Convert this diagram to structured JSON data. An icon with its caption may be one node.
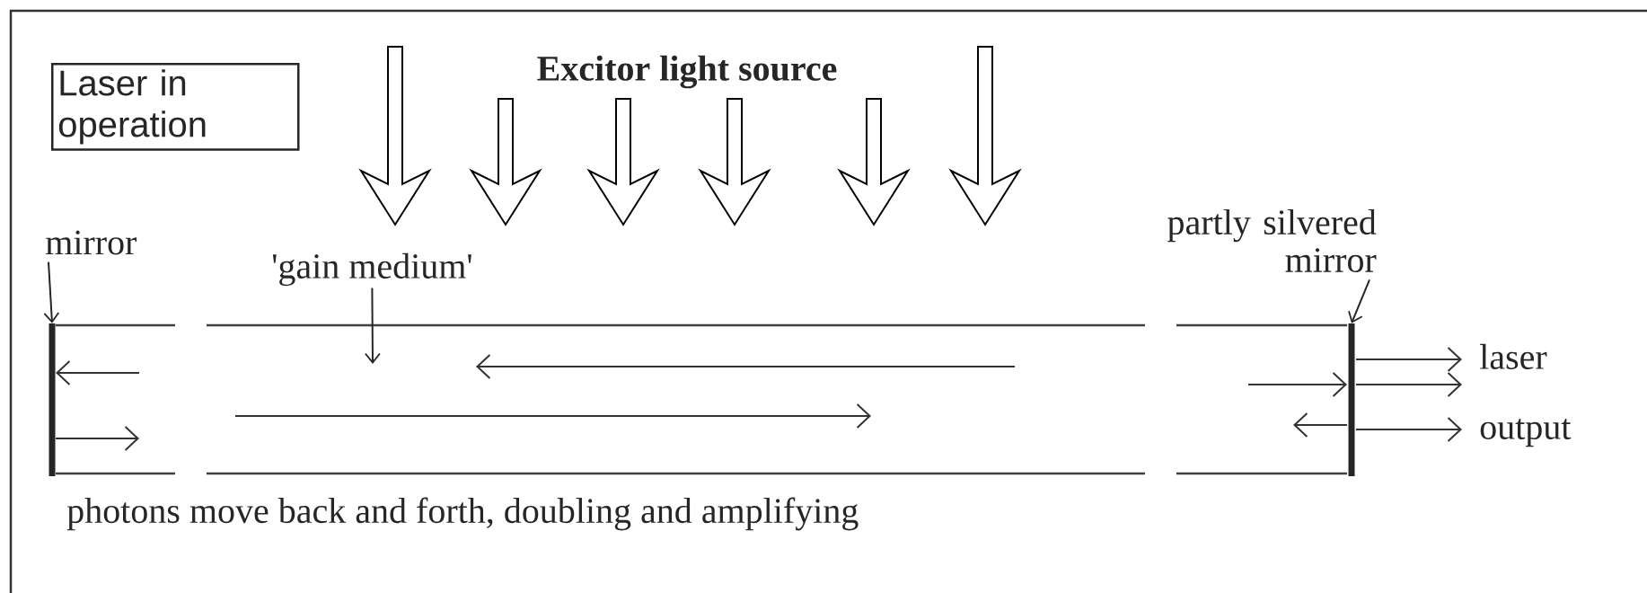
{
  "diagram": {
    "nodes": [
      {
        "text": [
          "Laser in operation"
        ]
      },
      {
        "text": [
          "mirror"
        ]
      },
      {
        "text": [],
        "shape": "bar"
      },
      {
        "text": [
          "'gain medium'"
        ]
      },
      {
        "text": [
          "partly silvered mirror"
        ]
      },
      {
        "text": [],
        "shape": "bar"
      }
    ],
    "edges": [
      {
        "from": 1,
        "to": 2,
        "arrow": "to"
      },
      {
        "from": 3,
        "to": null,
        "arrow": "to"
      },
      {
        "from": 4,
        "to": 5,
        "arrow": "to"
      }
    ],
    "labels": [
      "Excitor light source",
      "laser output",
      "photons move back and forth, doubling and amplifying"
    ]
  }
}
